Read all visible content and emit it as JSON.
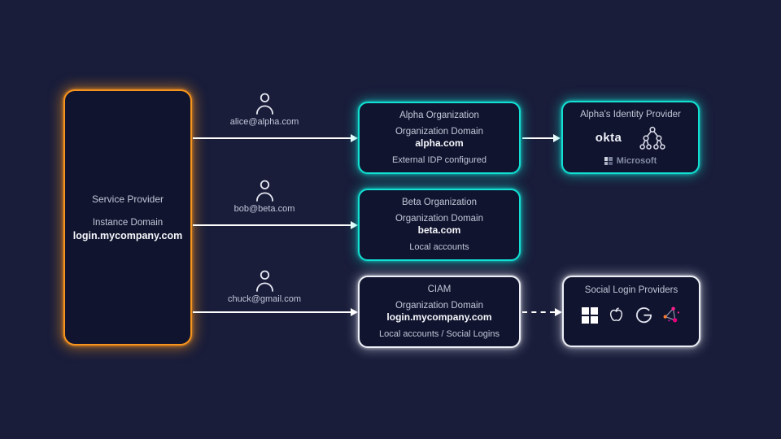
{
  "colors": {
    "background": "#191d3a",
    "box_fill": "#10142e",
    "teal_border": "#12e0d3",
    "orange_border": "#f7941d",
    "white_border": "#eef0f8",
    "text": "#c3c7d9",
    "text_bold": "#f6f7fc",
    "arrow": "#ffffff",
    "zitadel_orange": "#ff7a2f",
    "zitadel_magenta": "#ff1f8e"
  },
  "service_provider": {
    "title": "Service Provider",
    "domain_label": "Instance Domain",
    "domain": "login.mycompany.com"
  },
  "users": [
    {
      "email": "alice@alpha.com"
    },
    {
      "email": "bob@beta.com"
    },
    {
      "email": "chuck@gmail.com"
    }
  ],
  "organizations": [
    {
      "title": "Alpha Organization",
      "domain_label": "Organization Domain",
      "domain": "alpha.com",
      "note": "External IDP configured"
    },
    {
      "title": "Beta Organization",
      "domain_label": "Organization Domain",
      "domain": "beta.com",
      "note": "Local accounts"
    },
    {
      "title": "CIAM",
      "domain_label": "Organization Domain",
      "domain": "login.mycompany.com",
      "note": "Local accounts / Social Logins"
    }
  ],
  "identity_provider": {
    "title": "Alpha's Identity Provider",
    "okta_label": "okta",
    "microsoft_label": "Microsoft",
    "icons": [
      "okta-wordmark",
      "directory-tree-icon",
      "microsoft-logo"
    ]
  },
  "social_providers": {
    "title": "Social Login Providers",
    "icons": [
      "microsoft-icon",
      "apple-icon",
      "google-icon",
      "zitadel-icon"
    ]
  }
}
